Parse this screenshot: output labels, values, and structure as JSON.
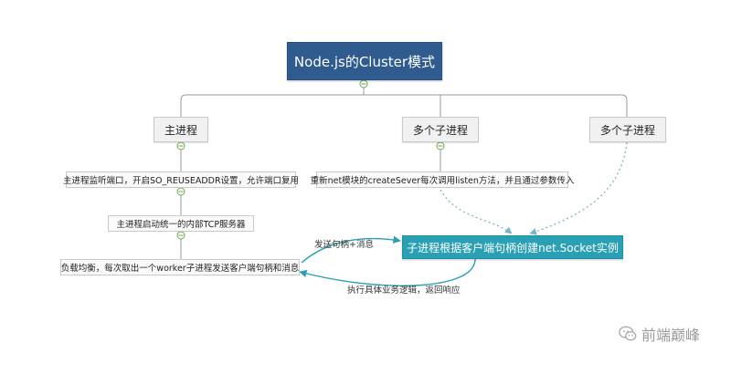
{
  "diagram": {
    "root": {
      "label": "Node.js的Cluster模式"
    },
    "branches": {
      "master": "主进程",
      "children": "多个子进程",
      "children_2": "多个子进程"
    },
    "master_steps": [
      "主进程监听端口，开启SO_REUSEADDR设置，允许端口复用",
      "主进程启动统一的内部TCP服务器",
      "负载均衡，每次取出一个worker子进程发送客户端句柄和消息"
    ],
    "child_step": "重新net模块的createSever每次调用listen方法，并且通过参数传入",
    "socket_node": "子进程根据客户端句柄创建net.Socket实例",
    "edge_labels": {
      "send_handle": "发送句柄+消息",
      "execute_logic": "执行具体业务逻辑，返回响应"
    },
    "colors": {
      "root": "#2f5b8f",
      "accent": "#2aa0b4",
      "connector": "#6aa84f"
    }
  },
  "watermark": {
    "text": "前端巅峰",
    "icon": "wechat-icon"
  }
}
